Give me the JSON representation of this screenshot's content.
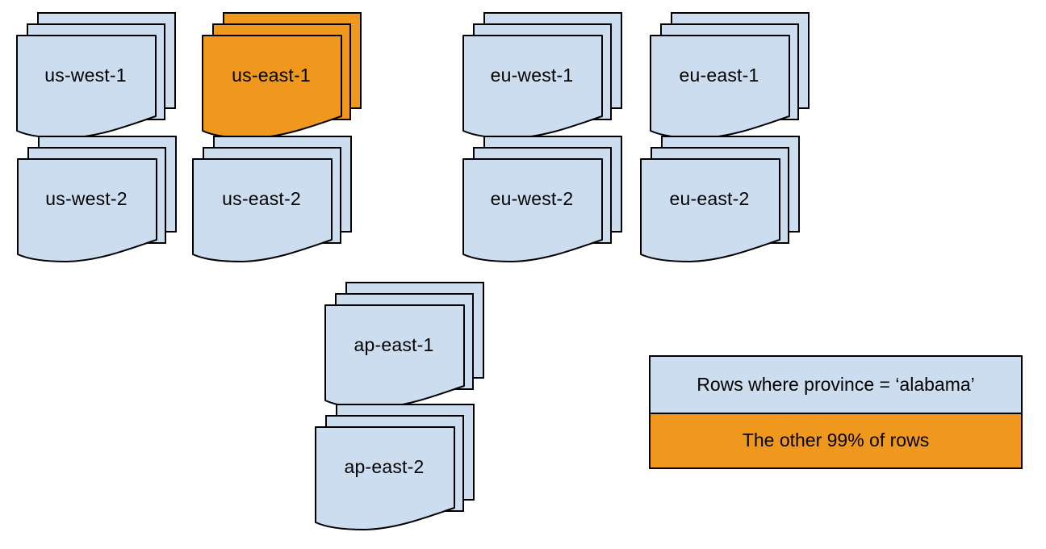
{
  "colors": {
    "doc_blue": "#CCDDF0",
    "doc_orange": "#F0981E",
    "stroke": "#000000",
    "background": "#FFFFFF"
  },
  "stack_depth": 3,
  "regions": [
    {
      "label": "us-west-1",
      "variant": "blue"
    },
    {
      "label": "us-east-1",
      "variant": "orange"
    },
    {
      "label": "eu-west-1",
      "variant": "blue"
    },
    {
      "label": "eu-east-1",
      "variant": "blue"
    },
    {
      "label": "us-west-2",
      "variant": "blue"
    },
    {
      "label": "us-east-2",
      "variant": "blue"
    },
    {
      "label": "eu-west-2",
      "variant": "blue"
    },
    {
      "label": "eu-east-2",
      "variant": "blue"
    },
    {
      "label": "ap-east-1",
      "variant": "blue"
    },
    {
      "label": "ap-east-2",
      "variant": "blue"
    }
  ],
  "legend": {
    "items": [
      {
        "label": "Rows where province = ‘alabama’",
        "color": "#CCDDF0"
      },
      {
        "label": "The other 99% of rows",
        "color": "#F0981E"
      }
    ]
  }
}
